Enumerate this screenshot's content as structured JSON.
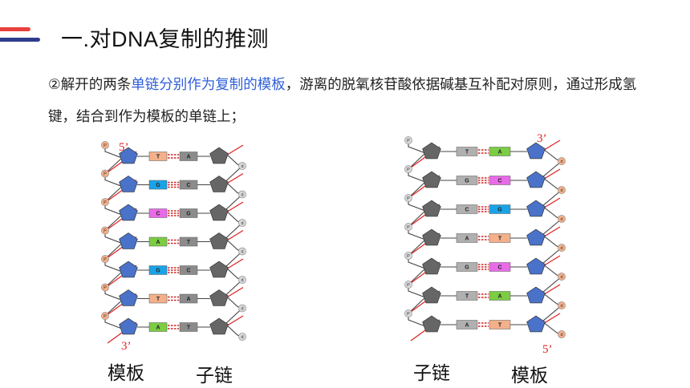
{
  "header": {
    "title": "一.对DNA复制的推测",
    "accent_top_color": "#e8403a",
    "accent_bottom_color": "#2e3c8c"
  },
  "paragraph": {
    "part1": "②解开的两条",
    "highlight": "单链分别作为复制的模板",
    "part2": "，游离的脱氧核苷酸依据碱基互补配对原则，通过形成氢键，结合到作为模板的单链上；",
    "highlight_color": "#2f5fd8"
  },
  "left_diagram": {
    "label_template": "模板",
    "label_daughter": "子链",
    "prime_top": "5’",
    "prime_bottom": "3’",
    "pairs": [
      {
        "template_base": "T",
        "daughter_base": "A",
        "template_color": "#f3b08a",
        "daughter_color": "#8c8c8c"
      },
      {
        "template_base": "G",
        "daughter_base": "C",
        "template_color": "#1aa3e8",
        "daughter_color": "#8c8c8c"
      },
      {
        "template_base": "C",
        "daughter_base": "G",
        "template_color": "#e86be8",
        "daughter_color": "#8c8c8c"
      },
      {
        "template_base": "A",
        "daughter_base": "T",
        "template_color": "#7ccc44",
        "daughter_color": "#8c8c8c"
      },
      {
        "template_base": "G",
        "daughter_base": "C",
        "template_color": "#1aa3e8",
        "daughter_color": "#8c8c8c"
      },
      {
        "template_base": "T",
        "daughter_base": "A",
        "template_color": "#f3b08a",
        "daughter_color": "#8c8c8c"
      },
      {
        "template_base": "A",
        "daughter_base": "T",
        "template_color": "#7ccc44",
        "daughter_color": "#8c8c8c"
      }
    ]
  },
  "right_diagram": {
    "label_daughter": "子链",
    "label_template": "模板",
    "prime_top": "3’",
    "prime_bottom": "5’",
    "pairs": [
      {
        "daughter_base": "T",
        "template_base": "A",
        "daughter_color": "#b0b0b0",
        "template_color": "#7ccc44"
      },
      {
        "daughter_base": "G",
        "template_base": "C",
        "daughter_color": "#b0b0b0",
        "template_color": "#e86be8"
      },
      {
        "daughter_base": "C",
        "template_base": "G",
        "daughter_color": "#b0b0b0",
        "template_color": "#1aa3e8"
      },
      {
        "daughter_base": "A",
        "template_base": "T",
        "daughter_color": "#b0b0b0",
        "template_color": "#f3b08a"
      },
      {
        "daughter_base": "G",
        "template_base": "C",
        "daughter_color": "#b0b0b0",
        "template_color": "#e86be8"
      },
      {
        "daughter_base": "T",
        "template_base": "A",
        "daughter_color": "#b0b0b0",
        "template_color": "#7ccc44"
      },
      {
        "daughter_base": "A",
        "template_base": "T",
        "daughter_color": "#b0b0b0",
        "template_color": "#f3b08a"
      }
    ]
  },
  "colors": {
    "phosphate_template": "#f3b08a",
    "phosphate_daughter": "#d8d8d8",
    "sugar_template": "#4a72c8",
    "sugar_daughter": "#666666",
    "backbone_line": "#e02020",
    "hbond": "#d02020"
  }
}
